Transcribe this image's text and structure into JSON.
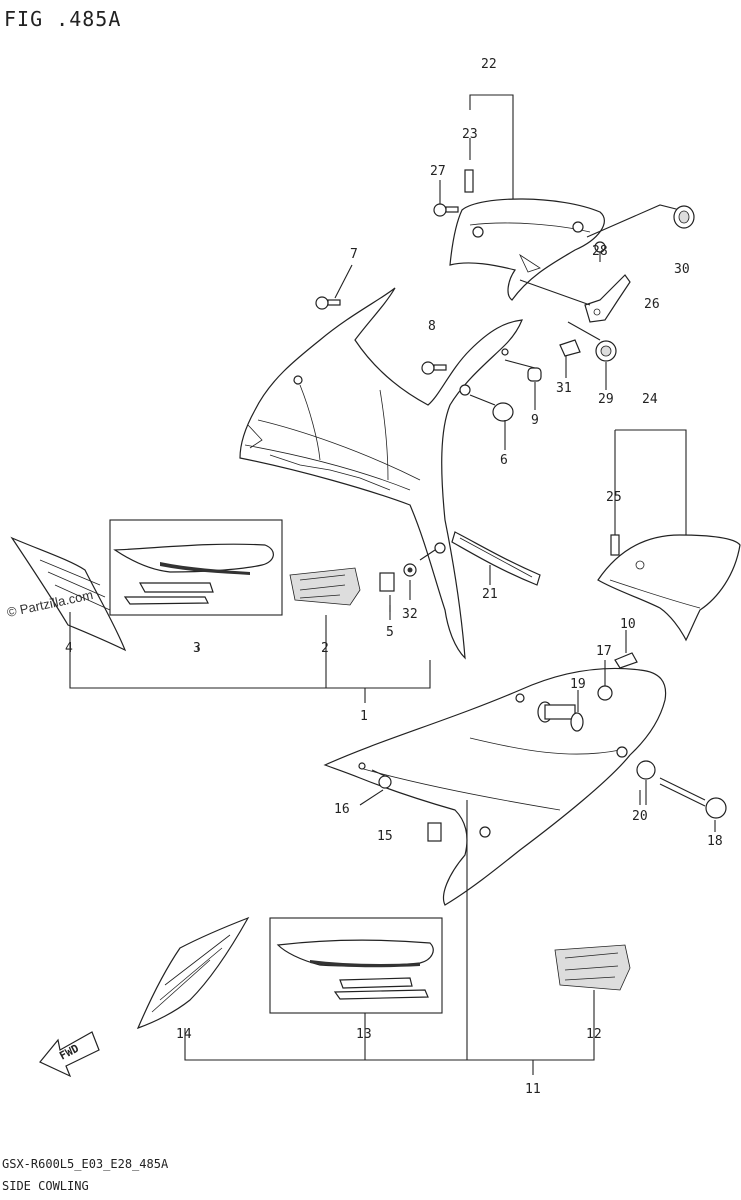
{
  "header": {
    "title": "FIG .485A"
  },
  "watermark": "© Partzilla.com",
  "footer": {
    "model_code": "GSX-R600L5_E03_E28_485A",
    "section_name": "SIDE COWLING"
  },
  "fwd_arrow_label": "FWD",
  "callouts": [
    {
      "id": "22",
      "label": "22"
    },
    {
      "id": "23",
      "label": "23"
    },
    {
      "id": "27",
      "label": "27"
    },
    {
      "id": "7",
      "label": "7"
    },
    {
      "id": "8",
      "label": "8"
    },
    {
      "id": "28",
      "label": "28"
    },
    {
      "id": "30",
      "label": "30"
    },
    {
      "id": "26",
      "label": "26"
    },
    {
      "id": "31",
      "label": "31"
    },
    {
      "id": "29",
      "label": "29"
    },
    {
      "id": "24",
      "label": "24"
    },
    {
      "id": "9",
      "label": "9"
    },
    {
      "id": "6",
      "label": "6"
    },
    {
      "id": "25",
      "label": "25"
    },
    {
      "id": "21",
      "label": "21"
    },
    {
      "id": "32",
      "label": "32"
    },
    {
      "id": "5",
      "label": "5"
    },
    {
      "id": "2",
      "label": "2"
    },
    {
      "id": "3",
      "label": "3"
    },
    {
      "id": "4",
      "label": "4"
    },
    {
      "id": "1",
      "label": "1"
    },
    {
      "id": "10",
      "label": "10"
    },
    {
      "id": "17",
      "label": "17"
    },
    {
      "id": "19",
      "label": "19"
    },
    {
      "id": "16",
      "label": "16"
    },
    {
      "id": "15",
      "label": "15"
    },
    {
      "id": "20",
      "label": "20"
    },
    {
      "id": "18",
      "label": "18"
    },
    {
      "id": "14",
      "label": "14"
    },
    {
      "id": "13",
      "label": "13"
    },
    {
      "id": "12",
      "label": "12"
    },
    {
      "id": "11",
      "label": "11"
    }
  ]
}
